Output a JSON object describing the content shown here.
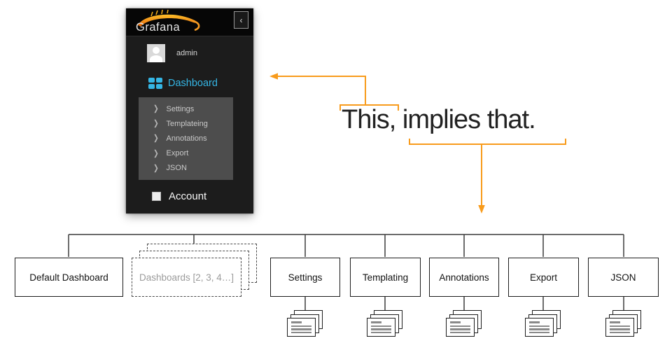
{
  "sidebar": {
    "logo_text": "Grafana",
    "user": "admin",
    "dashboard_label": "Dashboard",
    "submenu_items": [
      "Settings",
      "Templateing",
      "Annotations",
      "Export",
      "JSON"
    ],
    "account_label": "Account"
  },
  "icons": {
    "collapse": "‹",
    "chevron_right": "❯"
  },
  "annotation": {
    "text": "This, implies that.",
    "arrow_color": "#F89B1B"
  },
  "tree": {
    "nodes": [
      "Default Dashboard",
      "Dashboards [2, 3, 4…]",
      "Settings",
      "Templating",
      "Annotations",
      "Export",
      "JSON"
    ]
  }
}
